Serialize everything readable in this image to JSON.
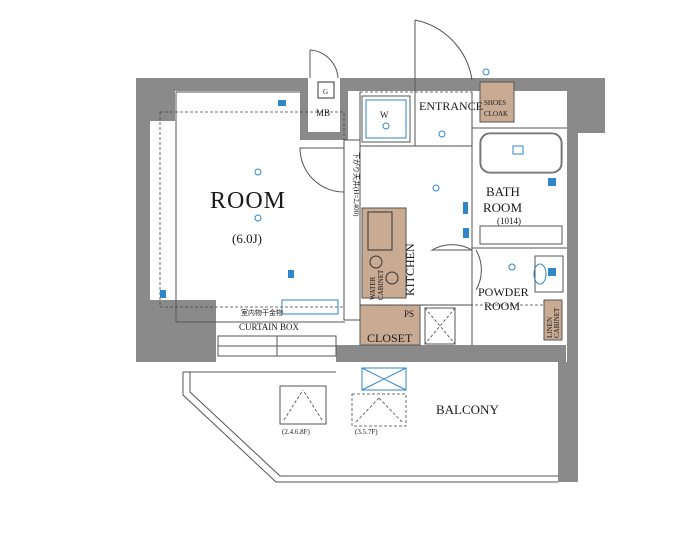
{
  "rooms": {
    "room": "ROOM",
    "room_size": "(6.0J)",
    "kitchen": "KITCHEN",
    "bath_line1": "BATH",
    "bath_line2": "ROOM",
    "bath_size": "(1014)",
    "powder_line1": "POWDER",
    "powder_line2": "ROOM",
    "entrance": "ENTRANCE",
    "balcony": "BALCONY",
    "closet": "CLOSET",
    "curtain_box": "CURTAIN BOX",
    "mb": "MB",
    "w": "W",
    "ps": "PS",
    "g": "G"
  },
  "labels": {
    "shoes_line1": "SHOES",
    "shoes_line2": "CLOAK",
    "water_line1": "WATER",
    "water_line2": "CABINET",
    "linen_line1": "LINEN",
    "linen_line2": "CABINET",
    "indoor_drying": "室内物干金物",
    "ceiling_height": "下がり天井(H=2,400)",
    "hatch_floors_a": "(2.4.6.8F)",
    "hatch_floors_b": "(3.5.7F)"
  },
  "colors": {
    "wall": "#8a8a8a",
    "equipment": "#2f86c9",
    "cabinet": "#c9aa92"
  }
}
